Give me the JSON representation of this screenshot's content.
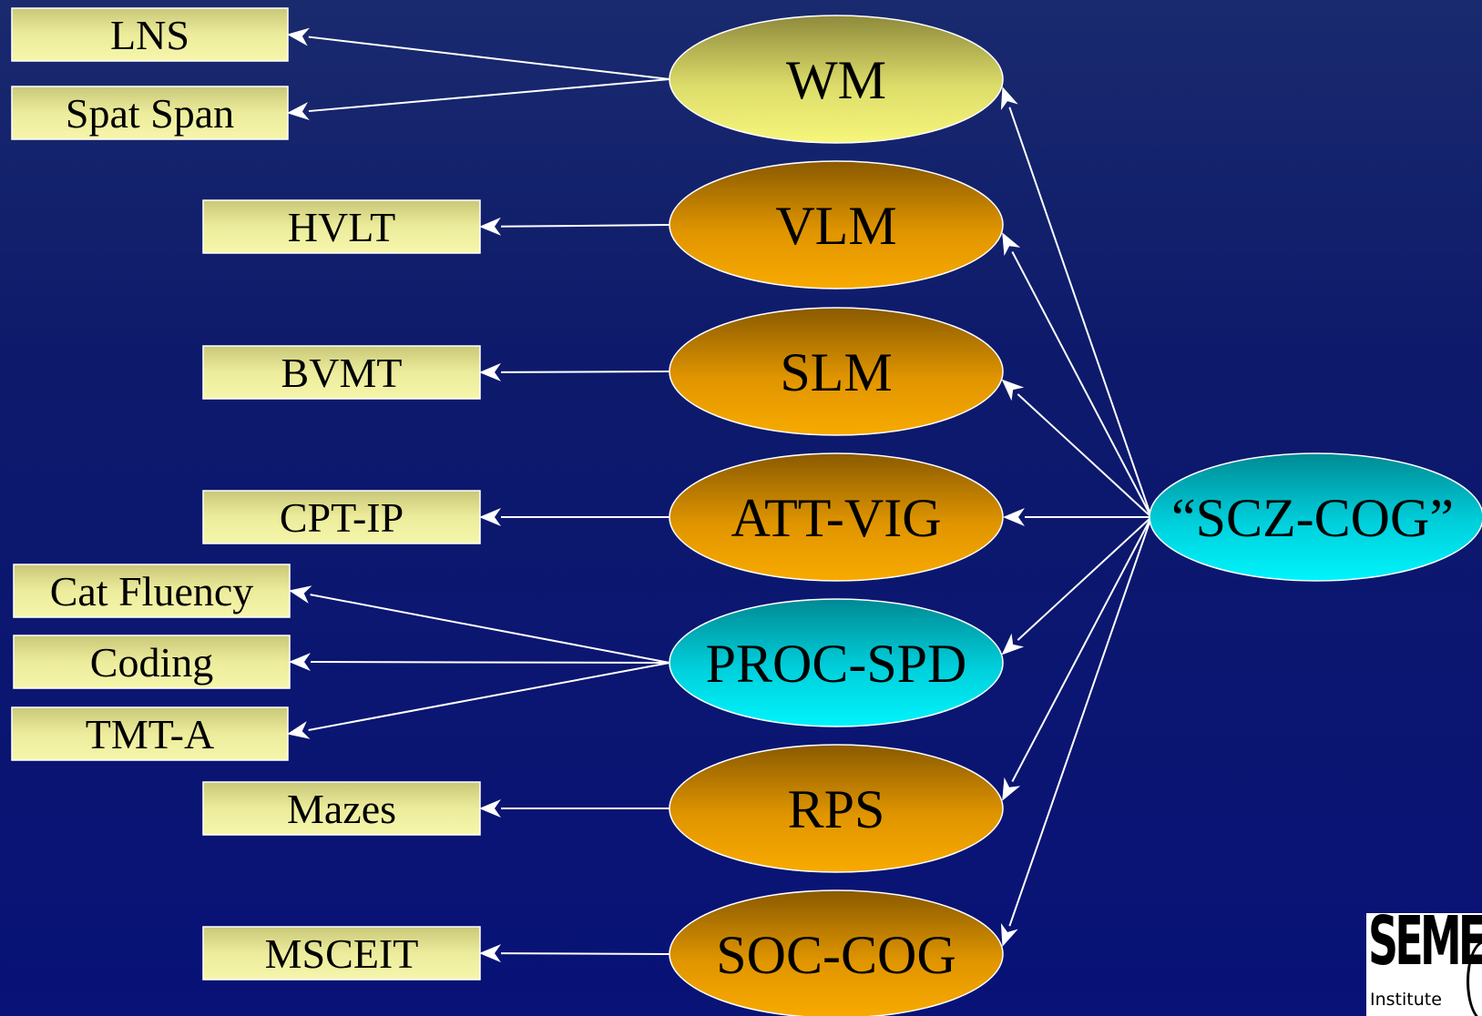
{
  "latent": {
    "label": "“SCZ-COG”",
    "color": "#00e8f5"
  },
  "domains": [
    {
      "id": "wm",
      "label": "WM",
      "color": "#e6e670"
    },
    {
      "id": "vlm",
      "label": "VLM",
      "color": "#f0a000"
    },
    {
      "id": "slm",
      "label": "SLM",
      "color": "#f0a000"
    },
    {
      "id": "attvig",
      "label": "ATT-VIG",
      "color": "#f0a000"
    },
    {
      "id": "procspd",
      "label": "PROC-SPD",
      "color": "#00e8f5"
    },
    {
      "id": "rps",
      "label": "RPS",
      "color": "#f0a000"
    },
    {
      "id": "soccog",
      "label": "SOC-COG",
      "color": "#f0a000"
    }
  ],
  "tests": [
    {
      "id": "lns",
      "label": "LNS",
      "domain": "wm"
    },
    {
      "id": "spatspan",
      "label": "Spat Span",
      "domain": "wm"
    },
    {
      "id": "hvlt",
      "label": "HVLT",
      "domain": "vlm"
    },
    {
      "id": "bvmt",
      "label": "BVMT",
      "domain": "slm"
    },
    {
      "id": "cptip",
      "label": "CPT-IP",
      "domain": "attvig"
    },
    {
      "id": "catfluency",
      "label": "Cat Fluency",
      "domain": "procspd"
    },
    {
      "id": "coding",
      "label": "Coding",
      "domain": "procspd"
    },
    {
      "id": "tmta",
      "label": "TMT-A",
      "domain": "procspd"
    },
    {
      "id": "mazes",
      "label": "Mazes",
      "domain": "rps"
    },
    {
      "id": "msceit",
      "label": "MSCEIT",
      "domain": "soccog"
    }
  ],
  "test_box_color": "#f0f0a8",
  "arrow_color": "#ffffff",
  "logo": {
    "name": "SEMEL",
    "subtitle": "Institute"
  }
}
